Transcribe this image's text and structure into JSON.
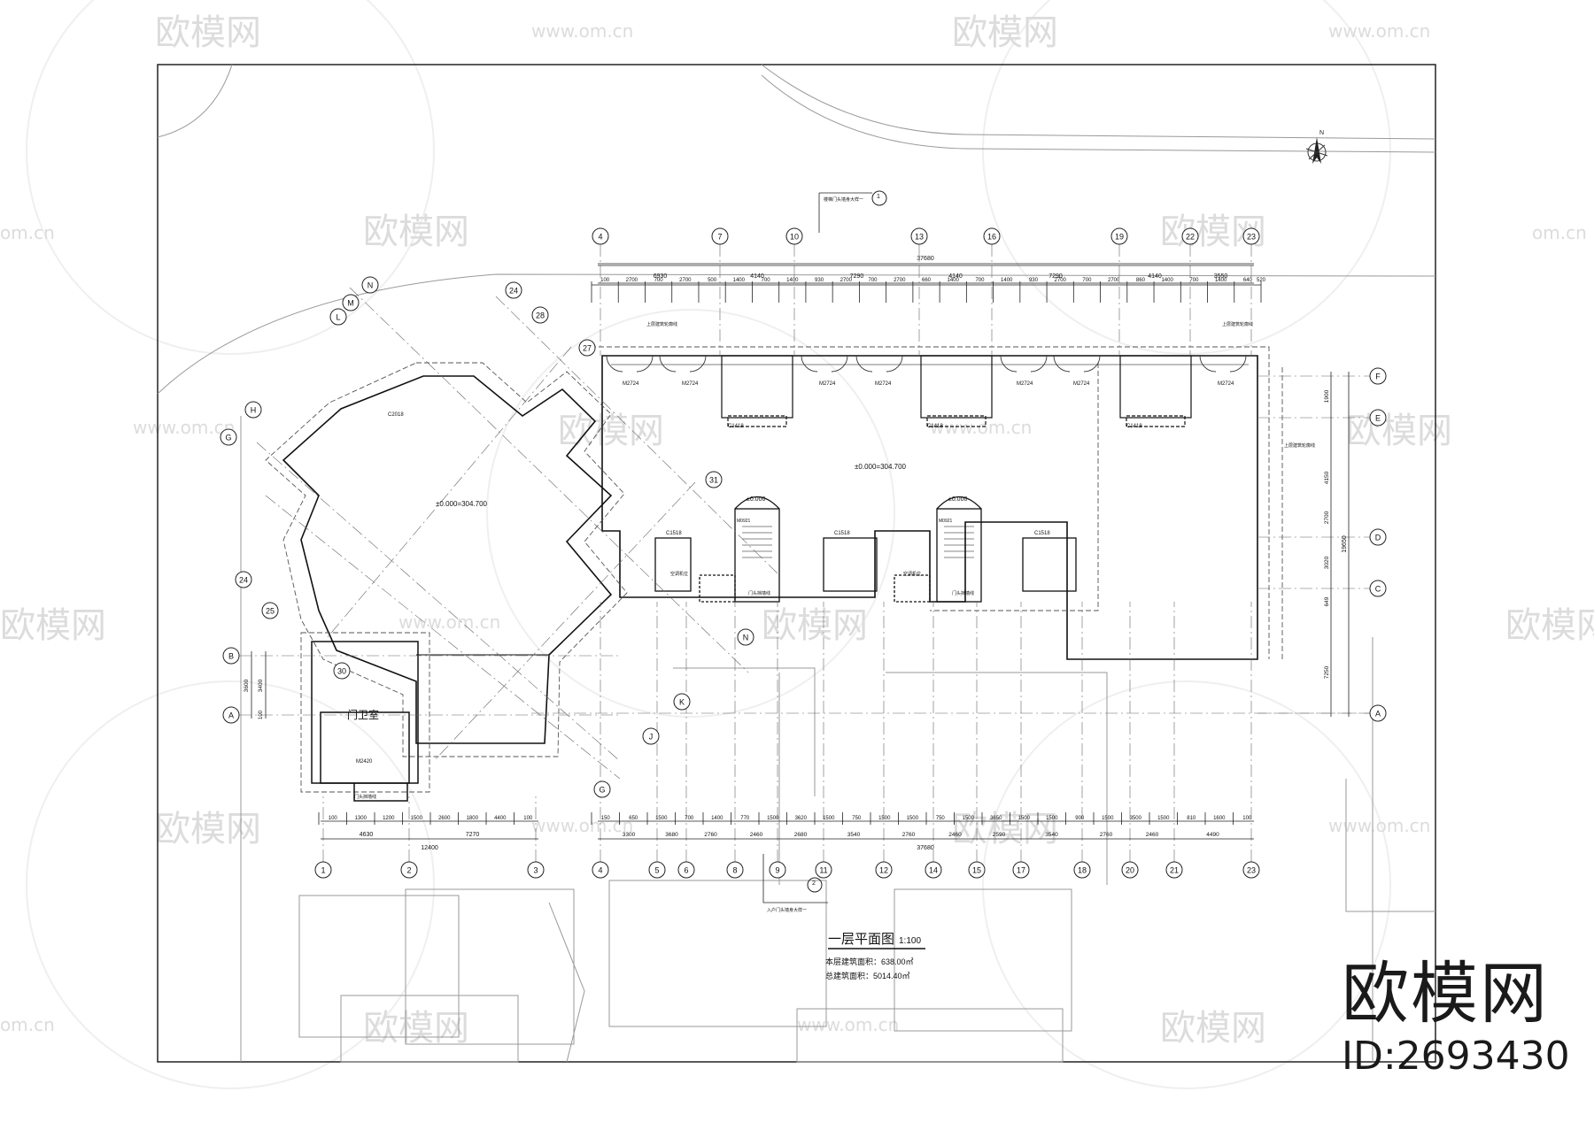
{
  "watermark": {
    "brand": "欧模网",
    "url": "www.om.cn",
    "url_short": "om.cn"
  },
  "branding": {
    "name": "欧模网",
    "id": "ID:2693430"
  },
  "drawing": {
    "title": "一层平面图",
    "scale": "1:100",
    "area_this_floor": "本层建筑面积：638.00㎡",
    "area_total": "总建筑面积：5014.40㎡",
    "north": "N",
    "elevation_main": "±0.000=304.700",
    "elevation_left": "±0.000=304.700",
    "elevation_stair": "±0.000",
    "gate_room": "门卫室",
    "section_top": "1",
    "section_bottom": "2"
  },
  "axes": {
    "top": [
      "4",
      "7",
      "10",
      "13",
      "16",
      "19",
      "22",
      "23"
    ],
    "bottom": [
      "4",
      "5",
      "6",
      "8",
      "9",
      "11",
      "12",
      "14",
      "15",
      "17",
      "18",
      "20",
      "21",
      "23"
    ],
    "bottom_left": [
      "1",
      "2",
      "3"
    ],
    "right": [
      "F",
      "E",
      "D",
      "C",
      "A"
    ],
    "left": [
      "B",
      "A"
    ],
    "diag_left": [
      "N",
      "M",
      "L",
      "H",
      "G",
      "24",
      "25"
    ],
    "diag_mid": [
      "24",
      "28",
      "27",
      "31",
      "30",
      "N",
      "K",
      "J",
      "G"
    ]
  },
  "dims": {
    "top_total": "37680",
    "top_bays": [
      "6930",
      "4140",
      "7290",
      "4140",
      "7290",
      "4140",
      "3550"
    ],
    "top_details": [
      "100",
      "2700",
      "700",
      "2700",
      "500",
      "1400",
      "700",
      "1400",
      "930",
      "2700",
      "700",
      "2700",
      "660",
      "1400",
      "700",
      "1400",
      "930",
      "2700",
      "700",
      "2700",
      "860",
      "1400",
      "700",
      "1400",
      "640",
      "520"
    ],
    "bottom_total": "37680",
    "bottom_bays": [
      "3300",
      "3680",
      "2760",
      "2460",
      "2680",
      "3540",
      "2760",
      "2460",
      "2590",
      "3540",
      "2760",
      "2460",
      "4490"
    ],
    "bottom_details": [
      "150",
      "650",
      "1500",
      "700",
      "1400",
      "770",
      "1500",
      "3620",
      "1500",
      "750",
      "1500",
      "1500",
      "750",
      "1500",
      "3650",
      "1500",
      "1500",
      "900",
      "1500",
      "3500",
      "1500",
      "810",
      "1600",
      "100"
    ],
    "bottom_left_total": "12400",
    "bottom_left_bays": [
      "4630",
      "7270"
    ],
    "bottom_left_details": [
      "100",
      "1300",
      "1200",
      "1500",
      "2600",
      "1800",
      "4400",
      "100"
    ],
    "right_dims": [
      "1900",
      "4150",
      "2700",
      "3020",
      "649",
      "7250",
      "19650"
    ],
    "left_dims": [
      "3600",
      "3400",
      "100"
    ]
  },
  "labels": {
    "door": "M2724",
    "window_top": "C1418",
    "window_side": "C1518",
    "window_left": "C2018",
    "stair_door": "M0921",
    "gate_door": "M2420",
    "ac_note": "空调机位",
    "upper_line": "上层建筑轮廓线",
    "entry_note": "门头挡墙线",
    "section_note_top": "楼梯门头墙身大样一",
    "section_note_bottom": "入户门头墙身大样一"
  }
}
